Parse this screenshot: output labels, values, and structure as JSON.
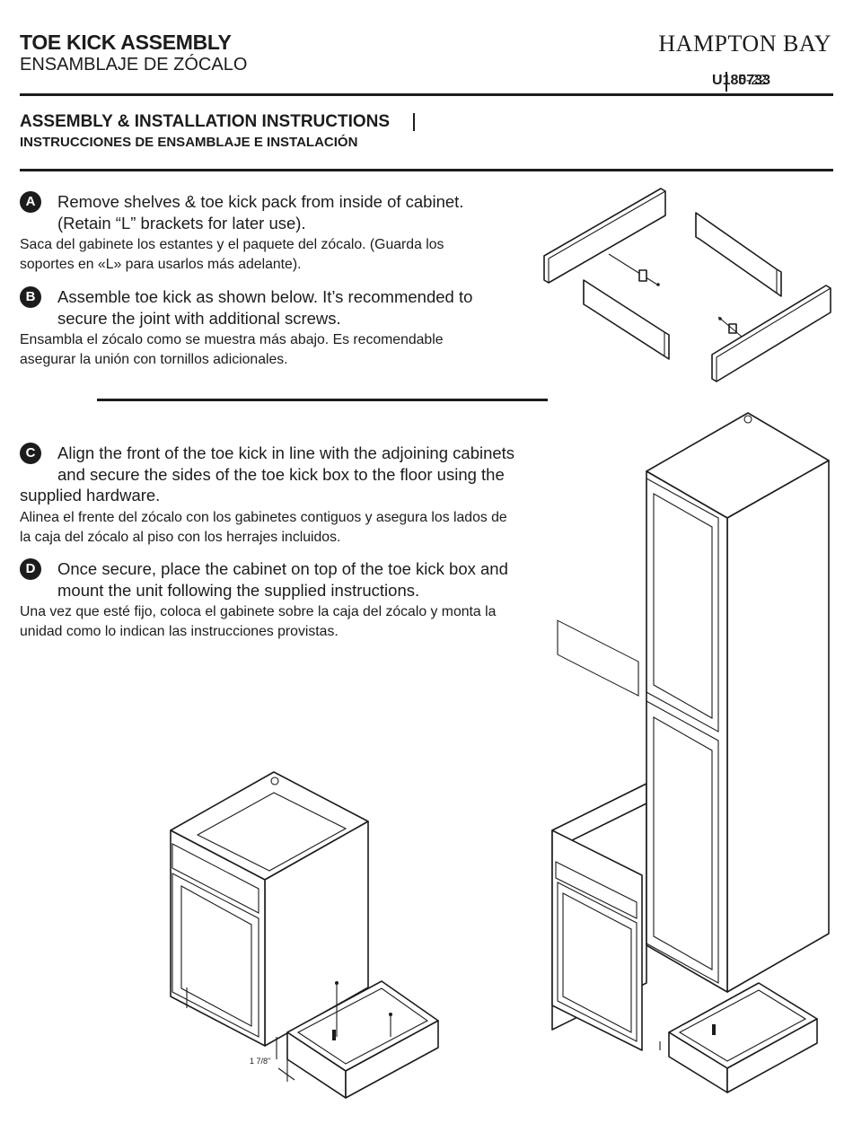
{
  "header": {
    "title_en": "TOE KICK ASSEMBLY",
    "title_es": "ENSAMBLAJE DE ZÓCALO",
    "brand": "HAMPTON BAY",
    "doc_id": "U180733",
    "doc_date": "5-22"
  },
  "section": {
    "title_en": "ASSEMBLY & INSTALLATION INSTRUCTIONS",
    "title_es": "INSTRUCCIONES DE ENSAMBLAJE E INSTALACIÓN"
  },
  "steps": [
    {
      "letter": "A",
      "en_line1": "Remove shelves & toe kick pack from inside of cabinet.",
      "en_line2": "(Retain “L” brackets for later use).",
      "es_line1": "Saca del gabinete los estantes y el paquete del zócalo. (Guarda los",
      "es_line2": "soportes en «L» para usarlos más adelante)."
    },
    {
      "letter": "B",
      "en_line1": "Assemble toe kick as shown below. It’s recommended to",
      "en_line2": "secure the joint with additional screws.",
      "es_line1": "Ensambla el zócalo como se muestra más abajo. Es recomendable",
      "es_line2": "asegurar la unión con tornillos adicionales."
    },
    {
      "letter": "C",
      "en_line1": "Align the front of the toe kick in line with the adjoining cabinets",
      "en_line2": "and secure the sides of the toe kick box to the floor using the",
      "en_line3": "supplied hardware.",
      "es_line1": "Alinea el frente del zócalo con los gabinetes contiguos y asegura los lados de",
      "es_line2": "la caja del zócalo al piso con los herrajes incluidos."
    },
    {
      "letter": "D",
      "en_line1": "Once secure, place the cabinet on top of the toe kick box and",
      "en_line2": "mount the unit following the supplied instructions.",
      "es_line1": "Una vez que esté fijo, coloca el gabinete sobre la caja del zócalo y monta la",
      "es_line2": "unidad como lo indican las instrucciones provistas."
    }
  ],
  "illustration": {
    "dimension_label": "1 7/8\""
  }
}
